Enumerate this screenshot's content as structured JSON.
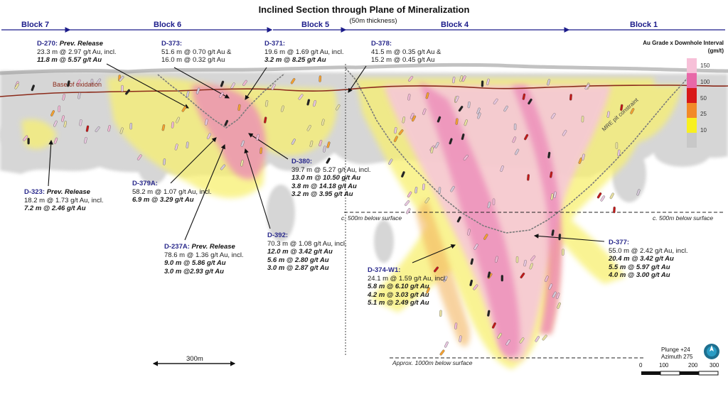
{
  "title": "Inclined Section through Plane of Mineralization",
  "subtitle": "(50m thickness)",
  "blocks": [
    "Block 7",
    "Block 6",
    "Block 5",
    "Block 4",
    "Block 1"
  ],
  "base_of_oxidation": "Base of oxidation",
  "pit_label": "MRE pit constraint",
  "depth_500_left": "c. 500m  below surface",
  "depth_500_right": "c. 500m  below surface",
  "depth_1000": "Approx. 1000m  below surface",
  "scale_bar_label": "300m",
  "legend": {
    "title_line1": "Au Grade x Downhole Interval",
    "title_line2": "(gm/t)",
    "values": [
      "150",
      "100",
      "50",
      "25",
      "10"
    ],
    "colors": [
      "#f7c0d8",
      "#e868a8",
      "#d81818",
      "#f28a28",
      "#f8f020",
      "#c8c8c8"
    ]
  },
  "compass": {
    "plunge": "Plunge +24",
    "azimuth": "Azimuth 275",
    "ticks": [
      "0",
      "100",
      "200",
      "300"
    ]
  },
  "holes": {
    "d270": {
      "id": "D-270:",
      "prev": "Prev. Release",
      "main": "23.3 m @ 2.97 g/t Au, incl.",
      "hi": [
        "11.8 m @ 5.57 g/t Au"
      ]
    },
    "d373": {
      "id": "D-373:",
      "main": "51.6 m @ 0.70 g/t Au &",
      "main2": "16.0 m @ 0.32 g/t Au",
      "hi": []
    },
    "d371": {
      "id": "D-371:",
      "main": "19.6 m @ 1.69 g/t Au, incl.",
      "hi": [
        "3.2 m @ 8.25 g/t Au"
      ]
    },
    "d378": {
      "id": "D-378:",
      "main": "41.5 m @ 0.35 g/t Au &",
      "main2": "15.2 m @ 0.45 g/t Au",
      "hi": []
    },
    "d380": {
      "id": "D-380:",
      "main": "39.7 m @ 5.27 g/t Au, incl.",
      "hi": [
        "13.0 m @ 10.50 g/t Au",
        "3.8 m @ 14.18 g/t Au",
        "3.2 m @ 3.95 g/t Au"
      ]
    },
    "d323": {
      "id": "D-323:",
      "prev": "Prev. Release",
      "main": "18.2 m @ 1.73 g/t Au, incl.",
      "hi": [
        "7.2 m @ 2.46 g/t Au"
      ]
    },
    "d379a": {
      "id": "D-379A:",
      "main": "58.2 m @ 1.07 g/t Au, incl.",
      "hi": [
        "6.9 m @ 3.29 g/t Au"
      ]
    },
    "d237a": {
      "id": "D-237A:",
      "prev": "Prev. Release",
      "main": "78.6 m @ 1.36 g/t Au, incl.",
      "hi": [
        "9.0 m @ 5.86 g/t Au",
        "3.0 m @2.93 g/t Au"
      ]
    },
    "d392": {
      "id": "D-392:",
      "main": "70.3 m @ 1.08 g/t Au, incl.",
      "hi": [
        "12.0 m @ 3.42 g/t Au",
        "5.6 m @ 2.80 g/t Au",
        "3.0 m @ 2.87 g/t Au"
      ]
    },
    "d377": {
      "id": "D-377:",
      "main": "55.0 m @ 2.42 g/t Au, incl.",
      "hi": [
        "20.4 m @ 3.42 g/t Au",
        "5.5 m @ 5.97 g/t Au",
        "4.0 m @ 3.00 g/t Au"
      ]
    },
    "d374w1": {
      "id": "D-374-W1:",
      "main": "24.1 m @ 1.59 g/t Au, incl.",
      "hi": [
        "5.8 m @ 6.10 g/t Au",
        "4.2 m @ 3.03 g/t Au",
        "5.1 m @ 2.49 g/t Au"
      ]
    }
  }
}
